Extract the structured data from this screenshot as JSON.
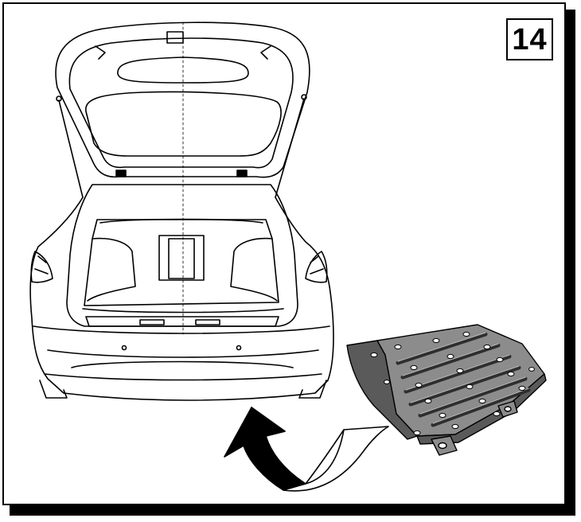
{
  "step": {
    "number": "14"
  },
  "illustration": {
    "subject": "car-rear-with-open-tailgate",
    "part": "boot-floor-insert",
    "arrow": "curved-insert-arrow",
    "colors": {
      "line": "#000000",
      "part_fill": "#8c8c8c",
      "part_dark": "#5a5a5a",
      "paper": "#ffffff"
    }
  }
}
